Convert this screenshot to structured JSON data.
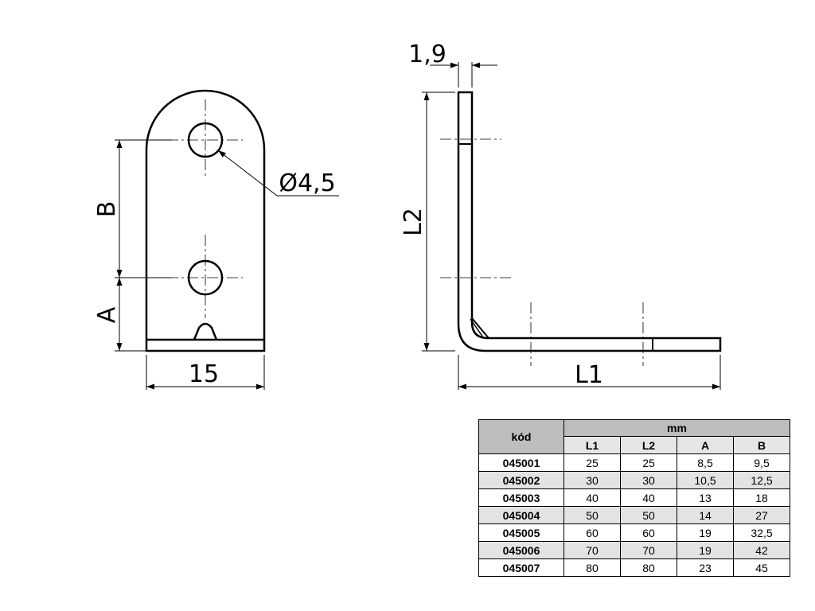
{
  "diagram": {
    "dims": {
      "thickness": "1,9",
      "width": "15",
      "hole": "Ø4,5",
      "b": "B",
      "a": "A",
      "l1": "L1",
      "l2": "L2"
    }
  },
  "table": {
    "code_header": "kód",
    "unit_header": "mm",
    "columns": [
      "L1",
      "L2",
      "A",
      "B"
    ],
    "rows": [
      {
        "code": "045001",
        "values": [
          "25",
          "25",
          "8,5",
          "9,5"
        ]
      },
      {
        "code": "045002",
        "values": [
          "30",
          "30",
          "10,5",
          "12,5"
        ]
      },
      {
        "code": "045003",
        "values": [
          "40",
          "40",
          "13",
          "18"
        ]
      },
      {
        "code": "045004",
        "values": [
          "50",
          "50",
          "14",
          "27"
        ]
      },
      {
        "code": "045005",
        "values": [
          "60",
          "60",
          "19",
          "32,5"
        ]
      },
      {
        "code": "045006",
        "values": [
          "70",
          "70",
          "19",
          "42"
        ]
      },
      {
        "code": "045007",
        "values": [
          "80",
          "80",
          "23",
          "45"
        ]
      }
    ]
  }
}
